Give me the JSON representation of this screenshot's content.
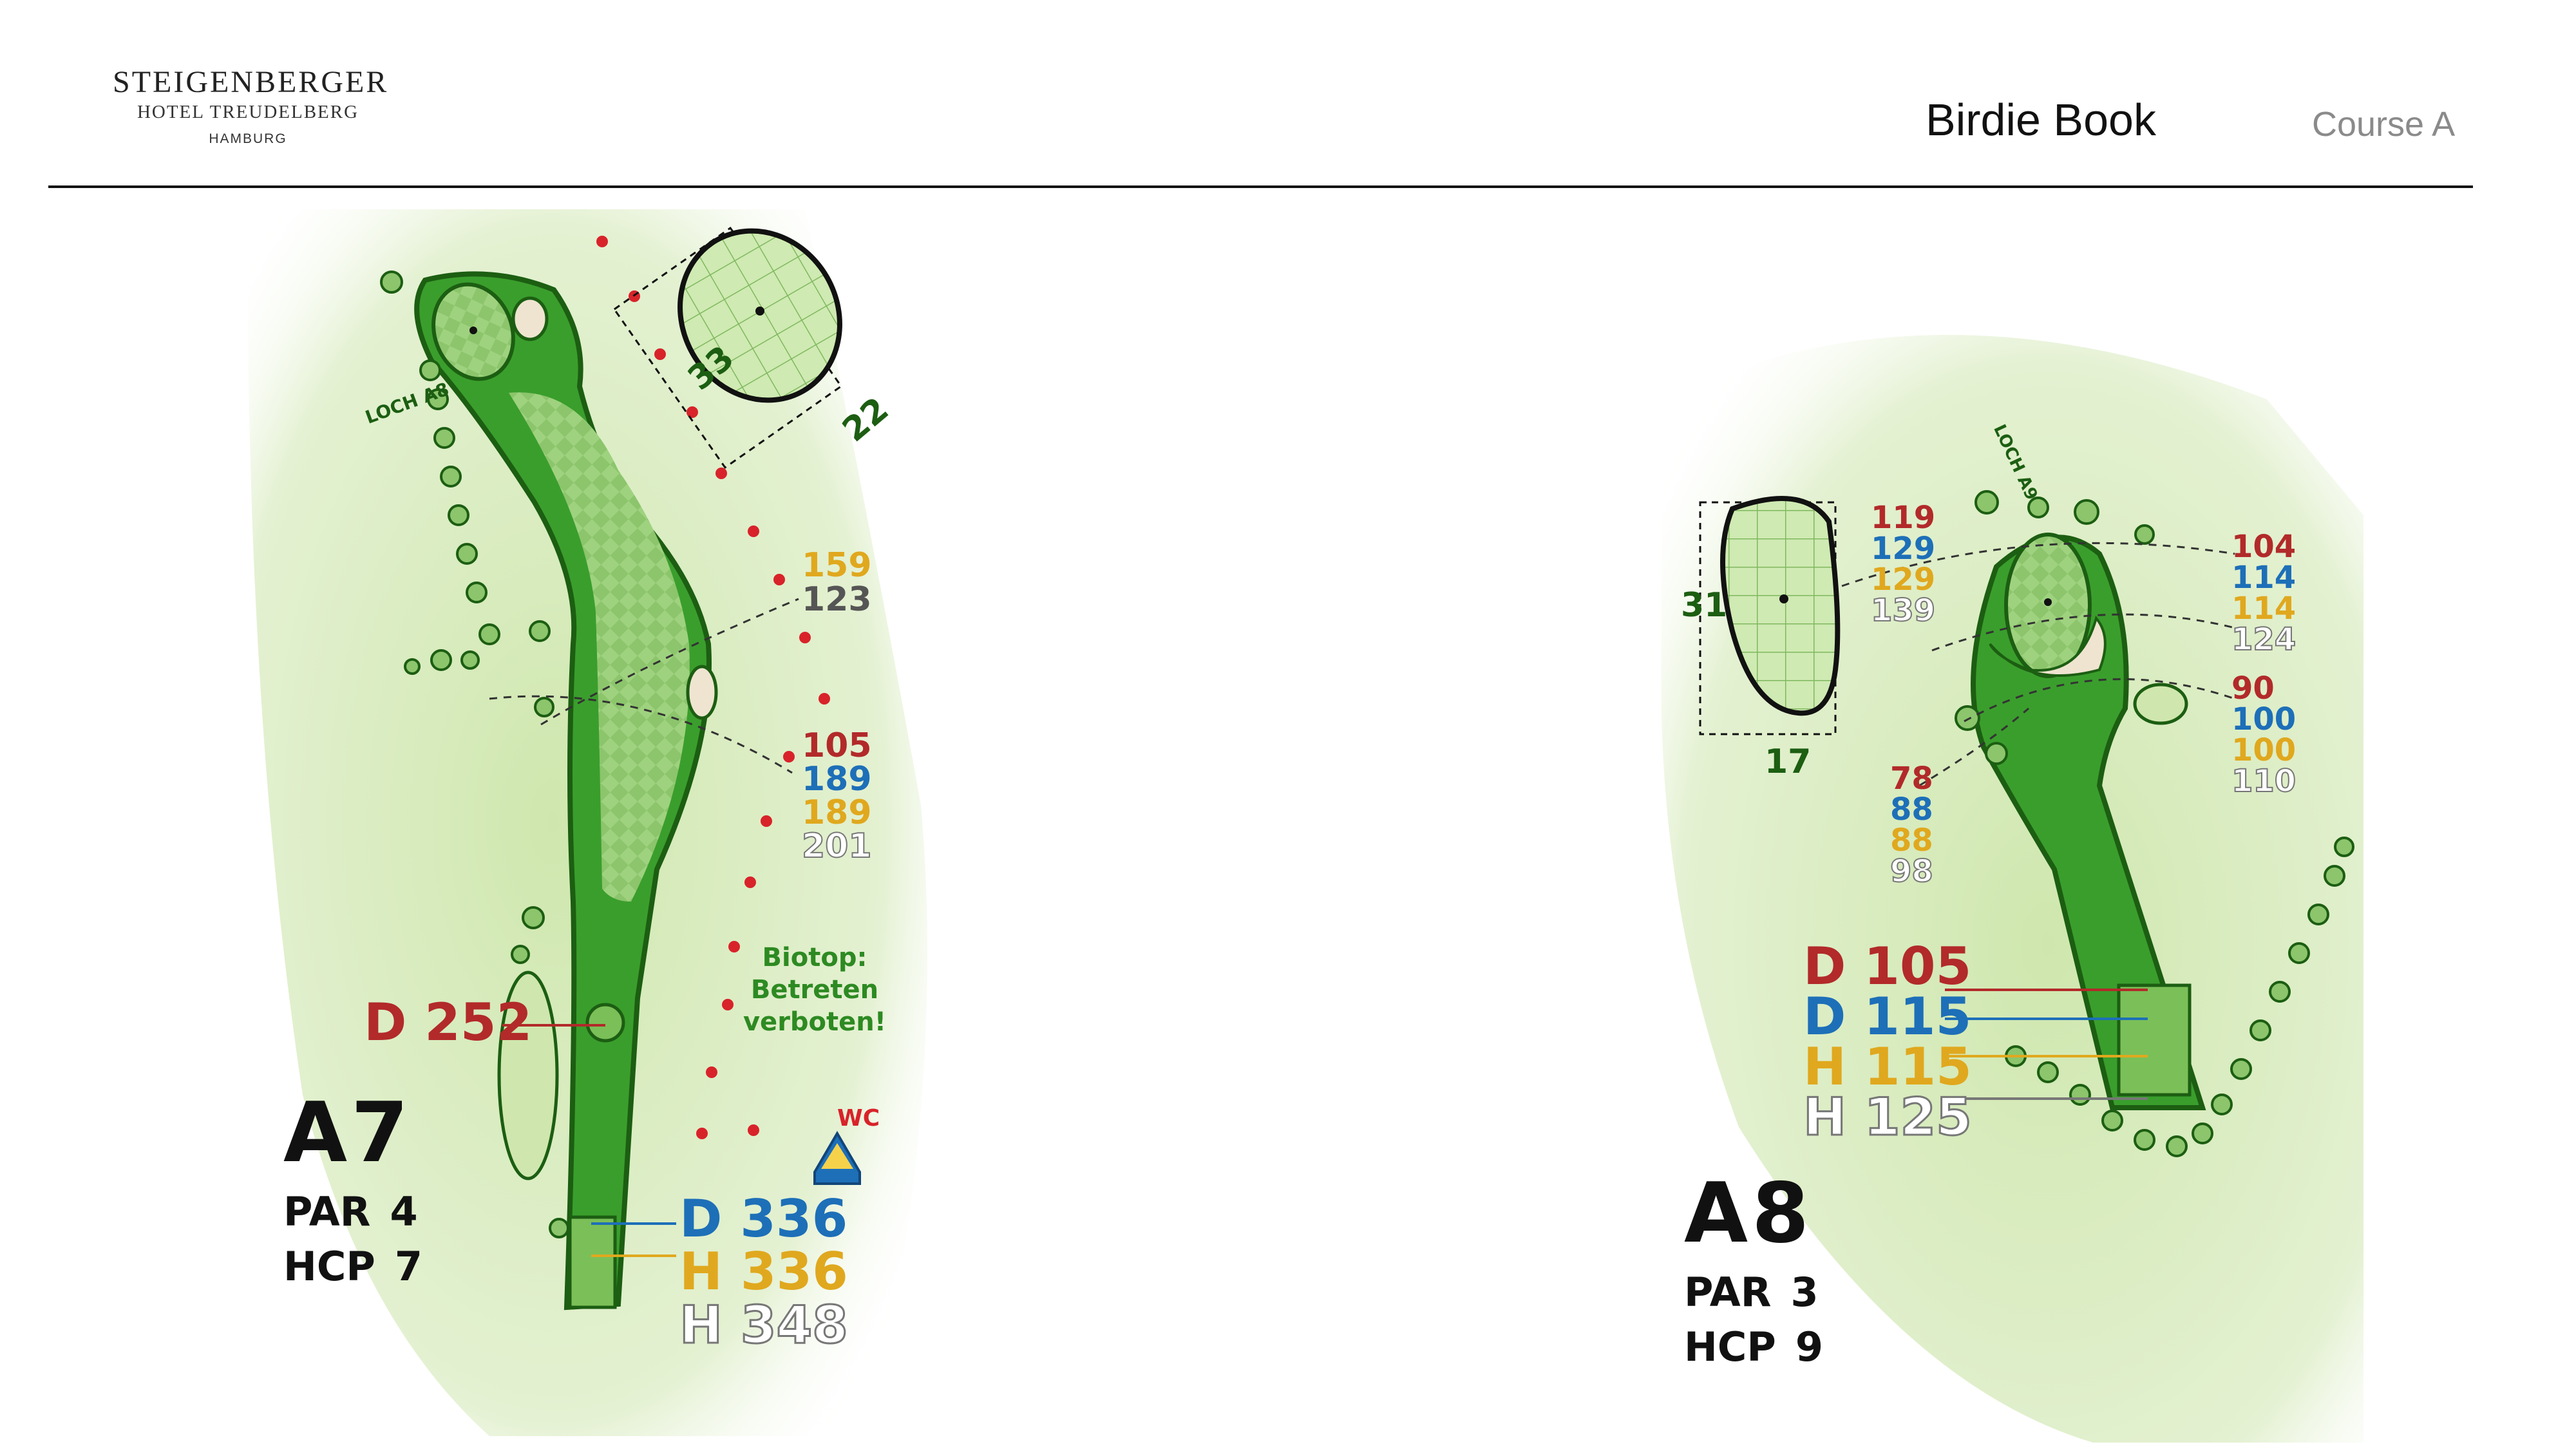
{
  "header": {
    "logo": {
      "brand": "STEIGENBERGER",
      "hotel": "HOTEL TREUDELBERG",
      "city": "HAMBURG"
    },
    "title": "Birdie Book",
    "course": "Course A"
  },
  "colors": {
    "rough": "#d6ecb8",
    "fairway": "#3a9e2c",
    "fairway_outline": "#1c5e12",
    "green": "#cdeab0",
    "bunker": "#efe4d0",
    "red_marker": "#d8232a",
    "tee_red": "#b22a2a",
    "tee_blue": "#1d6fb8",
    "tee_yellow": "#e0a81e",
    "tee_white": "#9a9a9a"
  },
  "holes": [
    {
      "id": "A7",
      "par_label": "PAR",
      "par": "4",
      "hcp_label": "HCP",
      "hcp": "7",
      "next_hole_arrow": "LOCH A8",
      "green_depth": "33",
      "green_width": "22",
      "note": [
        "Biotop:",
        "Betreten",
        "verboten!"
      ],
      "wc_label": "WC",
      "distances_group_1": [
        "159",
        "123"
      ],
      "distances_group_2": [
        "105",
        "189",
        "189",
        "201"
      ],
      "tee_markers": [
        {
          "tee": "D",
          "value": "252",
          "color": "tee_red"
        },
        {
          "tee": "D",
          "value": "336",
          "color": "tee_blue"
        },
        {
          "tee": "H",
          "value": "336",
          "color": "tee_yellow"
        },
        {
          "tee": "H",
          "value": "348",
          "color": "tee_white"
        }
      ]
    },
    {
      "id": "A8",
      "par_label": "PAR",
      "par": "3",
      "hcp_label": "HCP",
      "hcp": "9",
      "next_hole_arrow": "LOCH A9",
      "green_depth": "31",
      "green_width": "17",
      "distances_left": [
        "119",
        "129",
        "129",
        "139"
      ],
      "distances_right_1": [
        "104",
        "114",
        "114",
        "124"
      ],
      "distances_right_2": [
        "90",
        "100",
        "100",
        "110"
      ],
      "distances_bottom": [
        "78",
        "88",
        "88",
        "98"
      ],
      "tee_markers": [
        {
          "tee": "D",
          "value": "105",
          "color": "tee_red"
        },
        {
          "tee": "D",
          "value": "115",
          "color": "tee_blue"
        },
        {
          "tee": "H",
          "value": "115",
          "color": "tee_yellow"
        },
        {
          "tee": "H",
          "value": "125",
          "color": "tee_white"
        }
      ]
    }
  ]
}
